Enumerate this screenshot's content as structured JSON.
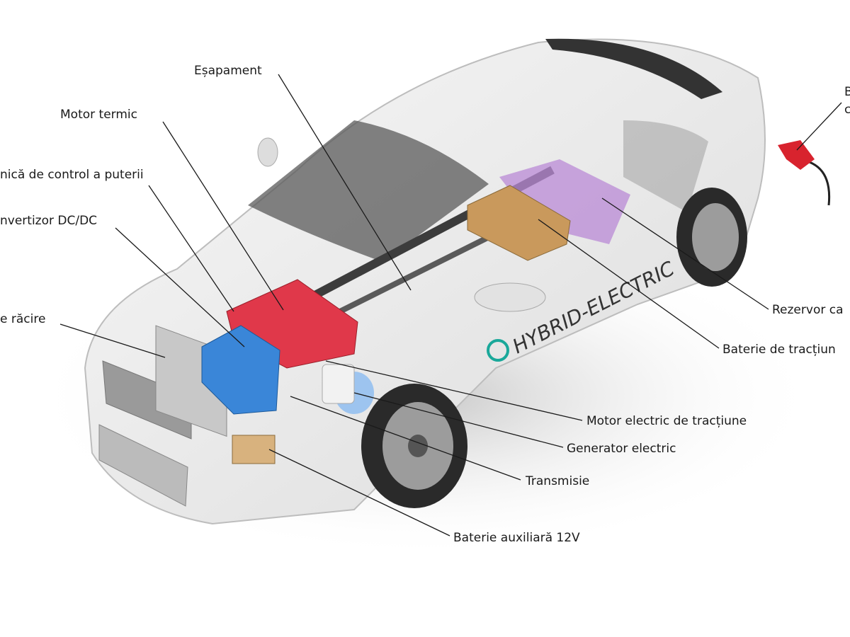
{
  "labels": {
    "exhaust": "Eșapament",
    "engine": "Motor termic",
    "power_control": "nică de control a puterii",
    "dcdc": "nvertizor DC/DC",
    "cooling": "e răcire",
    "fuel_tank": "Rezervor ca",
    "traction_battery": "Baterie de tracțiun",
    "traction_motor": "Motor electric de tracțiune",
    "generator": "Generator electric",
    "transmission": "Transmisie",
    "aux_battery": "Baterie auxiliară 12V",
    "fuel_pump_line1": "B",
    "fuel_pump_line2": "c"
  },
  "car_decal": "HYBRID-ELECTRIC",
  "colors": {
    "engine": "#e0384a",
    "inverter": "#3a86d8",
    "battery_box": "#c9995c",
    "fuel_tank": "#b98ad6",
    "nozzle": "#d8232e",
    "leader": "#1a1a1a"
  }
}
